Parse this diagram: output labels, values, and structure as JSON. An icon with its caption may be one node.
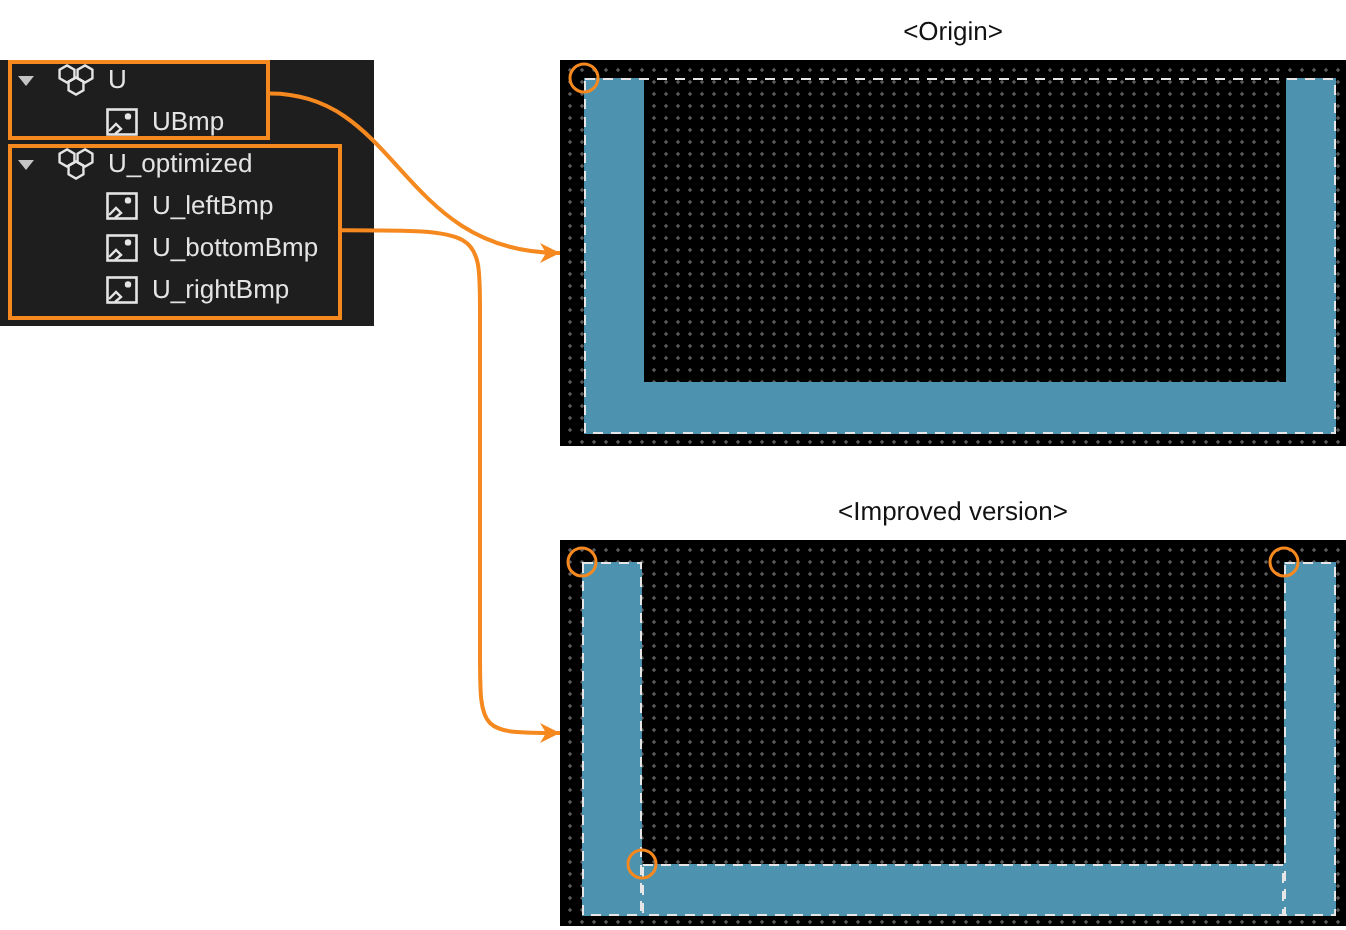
{
  "diagram": {
    "nodes": [
      {
        "text": [
          "U",
          "UBmp"
        ]
      },
      {
        "text": [
          "U_optimized",
          "U_leftBmp",
          "U_bottomBmp",
          "U_rightBmp"
        ]
      },
      {
        "text": [
          "<Origin>"
        ]
      },
      {
        "text": [
          "<Improved version>"
        ]
      }
    ],
    "edges": [
      {
        "from": 0,
        "to": 2,
        "arrow": "to"
      },
      {
        "from": 1,
        "to": 3,
        "arrow": "to"
      }
    ]
  }
}
